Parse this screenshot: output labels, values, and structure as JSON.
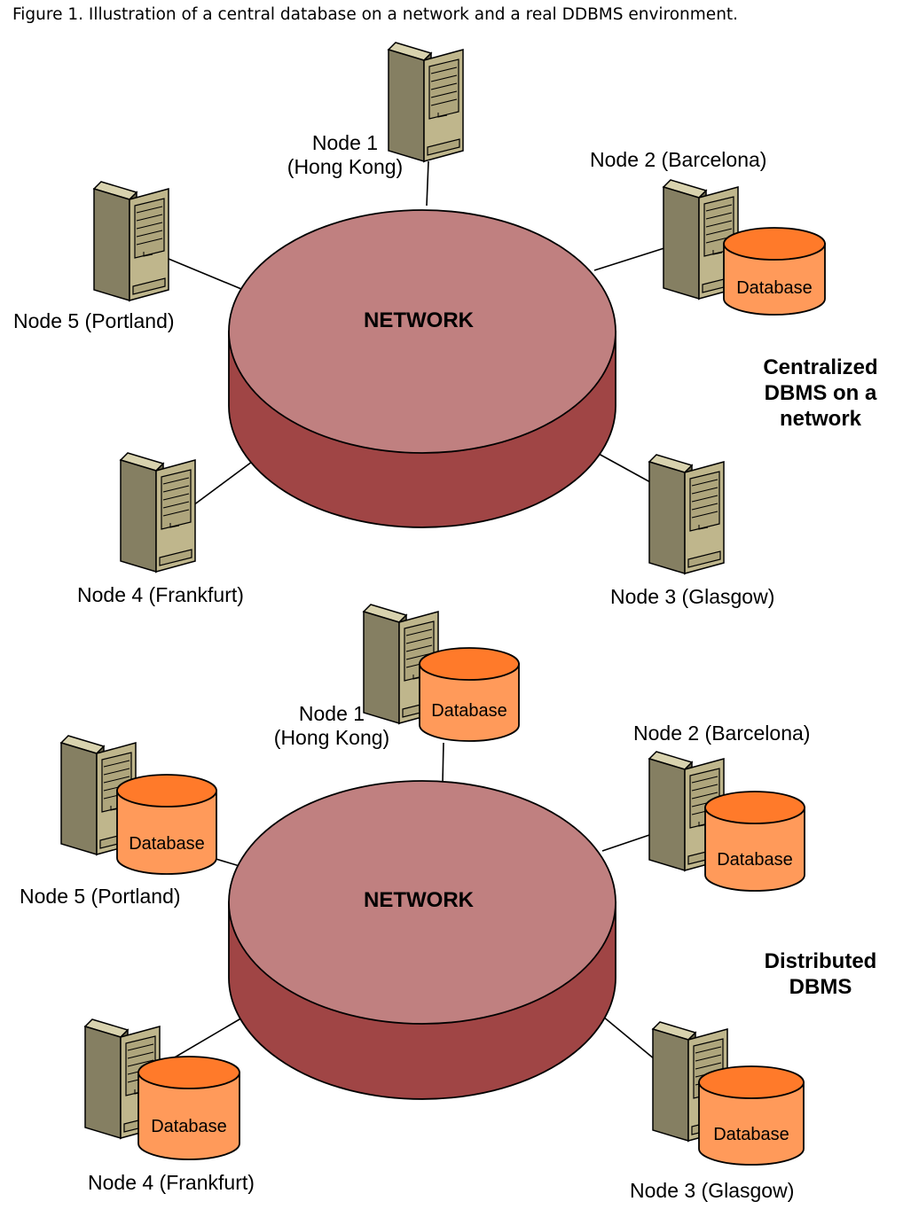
{
  "caption": "Figure 1. Illustration of a central database on a network and a real DDBMS environment.",
  "network_label": "NETWORK",
  "database_label": "Database",
  "colors": {
    "network_top": "#c08080",
    "network_side": "#a04545",
    "db_top": "#ff7a2a",
    "db_body": "#ff9a5a",
    "server_face": "#bfb68c",
    "server_side": "#857f62"
  },
  "centralized": {
    "title_lines": [
      "Centralized",
      "DBMS on a",
      "network"
    ],
    "node1": [
      "Node 1",
      "(Hong Kong)"
    ],
    "node2": "Node 2 (Barcelona)",
    "node3": "Node 3 (Glasgow)",
    "node4": "Node 4 (Frankfurt)",
    "node5": "Node 5 (Portland)"
  },
  "distributed": {
    "title_lines": [
      "Distributed",
      "DBMS"
    ],
    "node1": [
      "Node 1",
      "(Hong Kong)"
    ],
    "node2": "Node 2 (Barcelona)",
    "node3": "Node 3 (Glasgow)",
    "node4": "Node 4 (Frankfurt)",
    "node5": "Node 5 (Portland)"
  }
}
